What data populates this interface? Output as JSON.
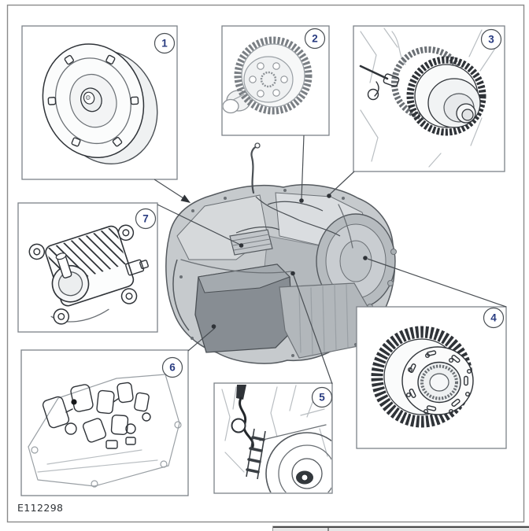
{
  "figure": {
    "id_label": "E112298"
  },
  "callouts": [
    {
      "number": "1"
    },
    {
      "number": "2"
    },
    {
      "number": "3"
    },
    {
      "number": "4"
    },
    {
      "number": "5"
    },
    {
      "number": "6"
    },
    {
      "number": "7"
    }
  ],
  "palette": {
    "page_background": "#ffffff",
    "figure_border": "#8a8a8a",
    "callout_box_border": "#7d8288",
    "callout_number": "#283b80",
    "line_art_dark": "#2f3338",
    "line_art_light": "#b9bec2",
    "assembly_shade_light": "#dadde0",
    "assembly_shade_mid": "#c6cacd",
    "assembly_shade_dark": "#878d93",
    "table_edge_below": "#4c4c4c"
  }
}
